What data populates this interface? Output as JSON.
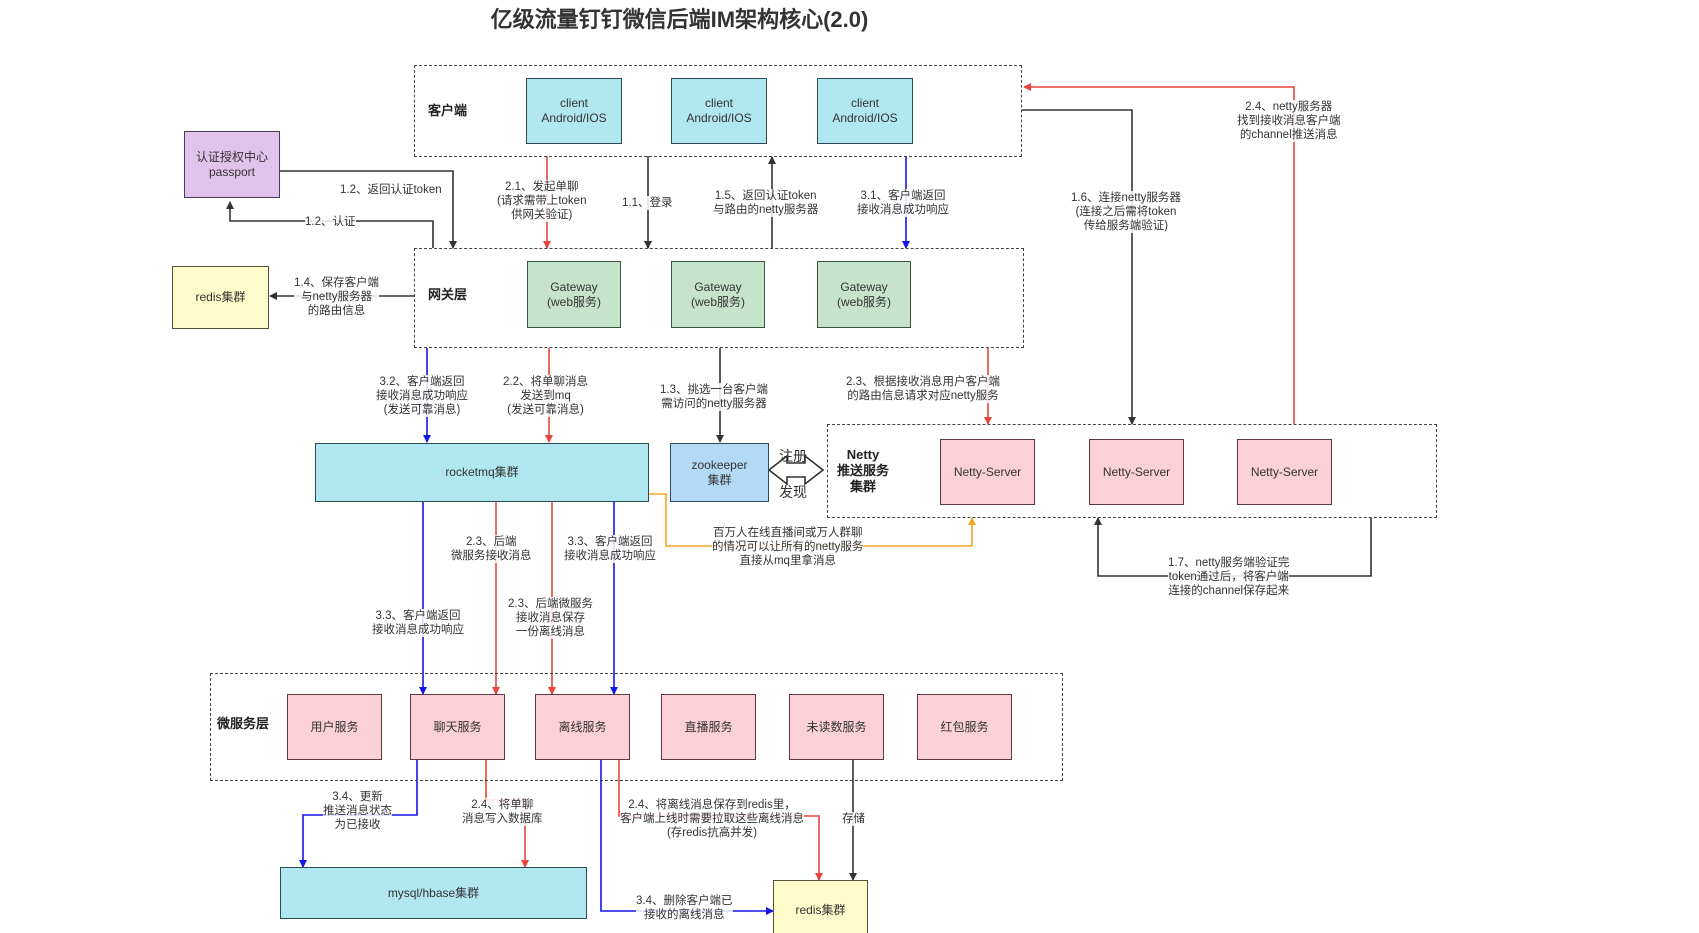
{
  "title": "亿级流量钉钉微信后端IM架构核心(2.0)",
  "groups": {
    "client": "客户端",
    "gateway": "网关层",
    "netty": "Netty\n推送服务\n集群",
    "micro": "微服务层"
  },
  "nodes": {
    "client1": "client\nAndroid/IOS",
    "client2": "client\nAndroid/IOS",
    "client3": "client\nAndroid/IOS",
    "passport": "认证授权中心\npassport",
    "redis_top": "redis集群",
    "gateway1": "Gateway\n(web服务)",
    "gateway2": "Gateway\n(web服务)",
    "gateway3": "Gateway\n(web服务)",
    "rocketmq": "rocketmq集群",
    "zookeeper": "zookeeper\n集群",
    "netty1": "Netty-Server",
    "netty2": "Netty-Server",
    "netty3": "Netty-Server",
    "svc_user": "用户服务",
    "svc_chat": "聊天服务",
    "svc_offline": "离线服务",
    "svc_live": "直播服务",
    "svc_unread": "未读数服务",
    "svc_redpacket": "红包服务",
    "mysql": "mysql/hbase集群",
    "redis_bottom": "redis集群"
  },
  "labels": {
    "l_1_2_return": "1.2、返回认证token",
    "l_1_2_auth": "1.2、认证",
    "l_1_4": "1.4、保存客户端\n与netty服务器\n的路由信息",
    "l_2_1": "2.1、发起单聊\n(请求需带上token\n供网关验证)",
    "l_1_1": "1.1、登录",
    "l_1_5": "1.5、返回认证token\n与路由的netty服务器",
    "l_3_1": "3.1、客户端返回\n接收消息成功响应",
    "l_1_6": "1.6、连接netty服务器\n(连接之后需将token\n传给服务端验证)",
    "l_2_4_top": "2.4、netty服务器\n找到接收消息客户端\n的channel推送消息",
    "l_3_2": "3.2、客户端返回\n接收消息成功响应\n(发送可靠消息)",
    "l_2_2": "2.2、将单聊消息\n发送到mq\n(发送可靠消息)",
    "l_1_3": "1.3、挑选一台客户端\n需访问的netty服务器",
    "l_2_3_route": "2.3、根据接收消息用户客户端\n的路由信息请求对应netty服务",
    "l_register": "注册",
    "l_discover": "发现",
    "l_mq_live": "百万人在线直播间或万人群聊\n的情况可以让所有的netty服务\n直接从mq里拿消息",
    "l_1_7": "1.7、netty服务端验证完\ntoken通过后，将客户端\n连接的channel保存起来",
    "l_2_3_back": "2.3、后端\n微服务接收消息",
    "l_3_3_a": "3.3、客户端返回\n接收消息成功响应",
    "l_2_3_backsvc": "2.3、后端微服务\n接收消息保存\n一份离线消息",
    "l_3_3_b": "3.3、客户端返回\n接收消息成功响应",
    "l_3_4_update": "3.4、更新\n推送消息状态\n为已接收",
    "l_2_4_db": "2.4、将单聊\n消息写入数据库",
    "l_2_4_redis": "2.4、将离线消息保存到redis里，\n客户端上线时需要拉取这些离线消息\n(存redis抗高并发)",
    "l_store": "存储",
    "l_3_4_delete": "3.4、删除客户端已\n接收的离线消息"
  },
  "colors": {
    "black": "#333333",
    "red": "#e8443a",
    "blue": "#1515e8",
    "orange": "#f5a623"
  }
}
